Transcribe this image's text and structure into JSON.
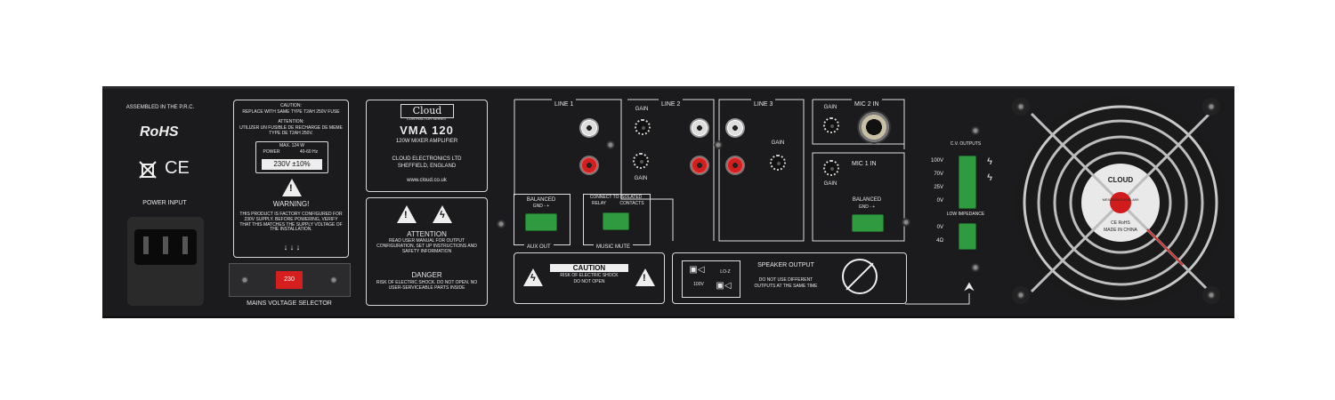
{
  "left": {
    "assembled": "ASSEMBLED IN THE P.R.C.",
    "rohs": "RoHS",
    "ce": "CE",
    "power_input": "POWER INPUT",
    "mains_selector": "MAINS VOLTAGE SELECTOR",
    "switch_value": "230"
  },
  "fuse": {
    "caution": "CAUTION:",
    "replace": "REPLACE WITH SAME TYPE T2AH 250V FUSE",
    "attention": "ATTENTION:",
    "attention_fr": "UTILIZER UN FUSIBLE DE RECHARGE DE MEME TYPE DE T2AH 250V.",
    "max": "MAX. 124 W",
    "power": "POWER",
    "hz": "40-60 Hz",
    "voltage": "230V ±10%",
    "warning": "WARNING!",
    "warning_text": "THIS PRODUCT IS FACTORY CONFIGURED FOR 230V SUPPLY. BEFORE POWERING, VERIFY THAT THIS MATCHES THE SUPPLY VOLTAGE OF THE INSTALLATION."
  },
  "brand": {
    "logo": "Cloud",
    "series": "CONTRACTOR SERIES",
    "model": "VMA 120",
    "subtitle": "120W MIXER AMPLIFIER",
    "company": "CLOUD ELECTRONICS LTD",
    "city": "SHEFFIELD, ENGLAND",
    "url": "www.cloud.co.uk"
  },
  "attention": {
    "title": "ATTENTION",
    "text": "READ USER MANUAL FOR OUTPUT CONFIGURATION, SET UP INSTRUCTIONS AND SAFETY INFORMATION",
    "danger": "DANGER",
    "danger_text": "RISK OF ELECTRIC SHOCK. DO NOT OPEN. NO USER-SERVICEABLE PARTS INSIDE"
  },
  "inputs": {
    "line1": "LINE 1",
    "line2": "LINE 2",
    "line3": "LINE 3",
    "gain": "GAIN",
    "mic2": "MIC 2 IN",
    "mic1": "MIC 1 IN",
    "balanced": "BALANCED",
    "gnd_pins": "GND  -   +",
    "aux_out": "AUX OUT",
    "connect": "CONNECT TO ISOLATED",
    "relay": "RELAY",
    "contacts": "CONTACTS",
    "music_mute": "MUSIC MUTE"
  },
  "caution": {
    "title": "CAUTION",
    "line1": "RISK OF ELECTRIC SHOCK",
    "line2": "DO NOT OPEN"
  },
  "speaker": {
    "title": "SPEAKER OUTPUT",
    "note1": "DO NOT USE DIFFERENT",
    "note2": "OUTPUTS AT THE SAME TIME",
    "lz": "LO-Z",
    "hv": "100V"
  },
  "outputs": {
    "title": "C.V. OUTPUTS",
    "v100": "100V",
    "v70": "70V",
    "v25": "25V",
    "v0a": "0V",
    "low_imp": "LOW IMPEDANCE",
    "v0b": "0V",
    "ohm": "4Ω"
  },
  "fan": {
    "brand": "CLOUD",
    "made": "MADE IN CHINA",
    "ce": "CE RoHS",
    "part": "ME92025V3-0000-A99"
  }
}
